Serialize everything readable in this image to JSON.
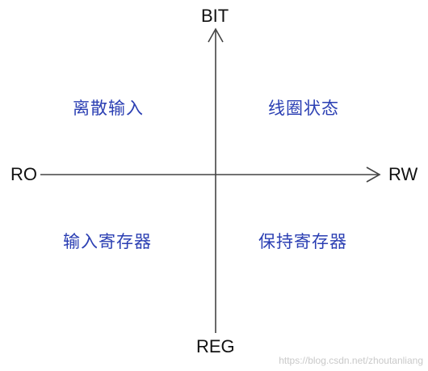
{
  "axes": {
    "top": "BIT",
    "bottom": "REG",
    "left": "RO",
    "right": "RW"
  },
  "quadrants": {
    "top_left": "离散输入",
    "top_right": "线圈状态",
    "bottom_left": "输入寄存器",
    "bottom_right": "保持寄存器"
  },
  "watermark": "https://blog.csdn.net/zhoutanliang",
  "colors": {
    "axis": "#444444",
    "axis_label": "#111111",
    "quadrant_text": "#2b3fb3"
  }
}
